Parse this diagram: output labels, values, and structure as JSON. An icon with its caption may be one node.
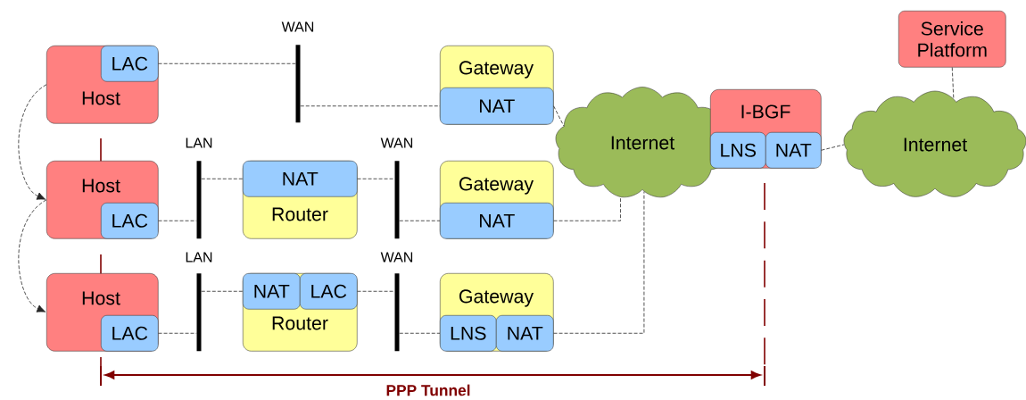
{
  "diagram": {
    "nodes": [
      {
        "text": [
          "Host"
        ]
      },
      {
        "text": [
          "LAC"
        ],
        "in": 0
      },
      {
        "text": [
          "WAN"
        ]
      },
      {
        "text": [
          "Gateway"
        ]
      },
      {
        "text": [
          "NAT"
        ],
        "in": 3
      },
      {
        "text": [
          "Host"
        ]
      },
      {
        "text": [
          "LAC"
        ],
        "in": 5
      },
      {
        "text": [
          "LAN"
        ]
      },
      {
        "text": [
          "Router"
        ]
      },
      {
        "text": [
          "NAT"
        ],
        "in": 8
      },
      {
        "text": [
          "WAN"
        ]
      },
      {
        "text": [
          "Gateway"
        ]
      },
      {
        "text": [
          "NAT"
        ],
        "in": 11
      },
      {
        "text": [
          "Host"
        ]
      },
      {
        "text": [
          "LAC"
        ],
        "in": 13
      },
      {
        "text": [
          "LAN"
        ]
      },
      {
        "text": [
          "Router"
        ]
      },
      {
        "text": [
          "NAT"
        ],
        "in": 16
      },
      {
        "text": [
          "LAC"
        ],
        "in": 16
      },
      {
        "text": [
          "WAN"
        ]
      },
      {
        "text": [
          "Gateway"
        ]
      },
      {
        "text": [
          "LNS"
        ],
        "in": 20
      },
      {
        "text": [
          "NAT"
        ],
        "in": 20
      },
      {
        "text": [
          "Internet"
        ]
      },
      {
        "text": [
          "I-BGF"
        ]
      },
      {
        "text": [
          "LNS"
        ],
        "in": 24
      },
      {
        "text": [
          "NAT"
        ],
        "in": 24
      },
      {
        "text": [
          "Internet"
        ]
      },
      {
        "text": [
          "Service Platform"
        ]
      }
    ],
    "edges": [
      {
        "from": 1,
        "to": 2,
        "arrow": "none",
        "style": "dashed"
      },
      {
        "from": 2,
        "to": 4,
        "arrow": "none",
        "style": "dashed"
      },
      {
        "from": 4,
        "to": 23,
        "arrow": "none",
        "style": "dashed"
      },
      {
        "from": 6,
        "to": 7,
        "arrow": "none",
        "style": "dashed"
      },
      {
        "from": 7,
        "to": 9,
        "arrow": "none",
        "style": "dashed"
      },
      {
        "from": 9,
        "to": 10,
        "arrow": "none",
        "style": "dashed"
      },
      {
        "from": 10,
        "to": 12,
        "arrow": "none",
        "style": "dashed"
      },
      {
        "from": 12,
        "to": 23,
        "arrow": "none",
        "style": "dashed"
      },
      {
        "from": 14,
        "to": 15,
        "arrow": "none",
        "style": "dashed"
      },
      {
        "from": 15,
        "to": 17,
        "arrow": "none",
        "style": "dashed"
      },
      {
        "from": 18,
        "to": 19,
        "arrow": "none",
        "style": "dashed"
      },
      {
        "from": 19,
        "to": 21,
        "arrow": "none",
        "style": "dashed"
      },
      {
        "from": 22,
        "to": 23,
        "arrow": "none",
        "style": "dashed"
      },
      {
        "from": 26,
        "to": 27,
        "arrow": "none",
        "style": "dashed"
      },
      {
        "from": 28,
        "to": 27,
        "arrow": "none",
        "style": "dashed"
      },
      {
        "from": 0,
        "to": 5,
        "arrow": "to",
        "style": "dashed"
      },
      {
        "from": 5,
        "to": 13,
        "arrow": "to",
        "style": "dashed"
      }
    ],
    "labels": [
      "PPP Tunnel"
    ]
  }
}
